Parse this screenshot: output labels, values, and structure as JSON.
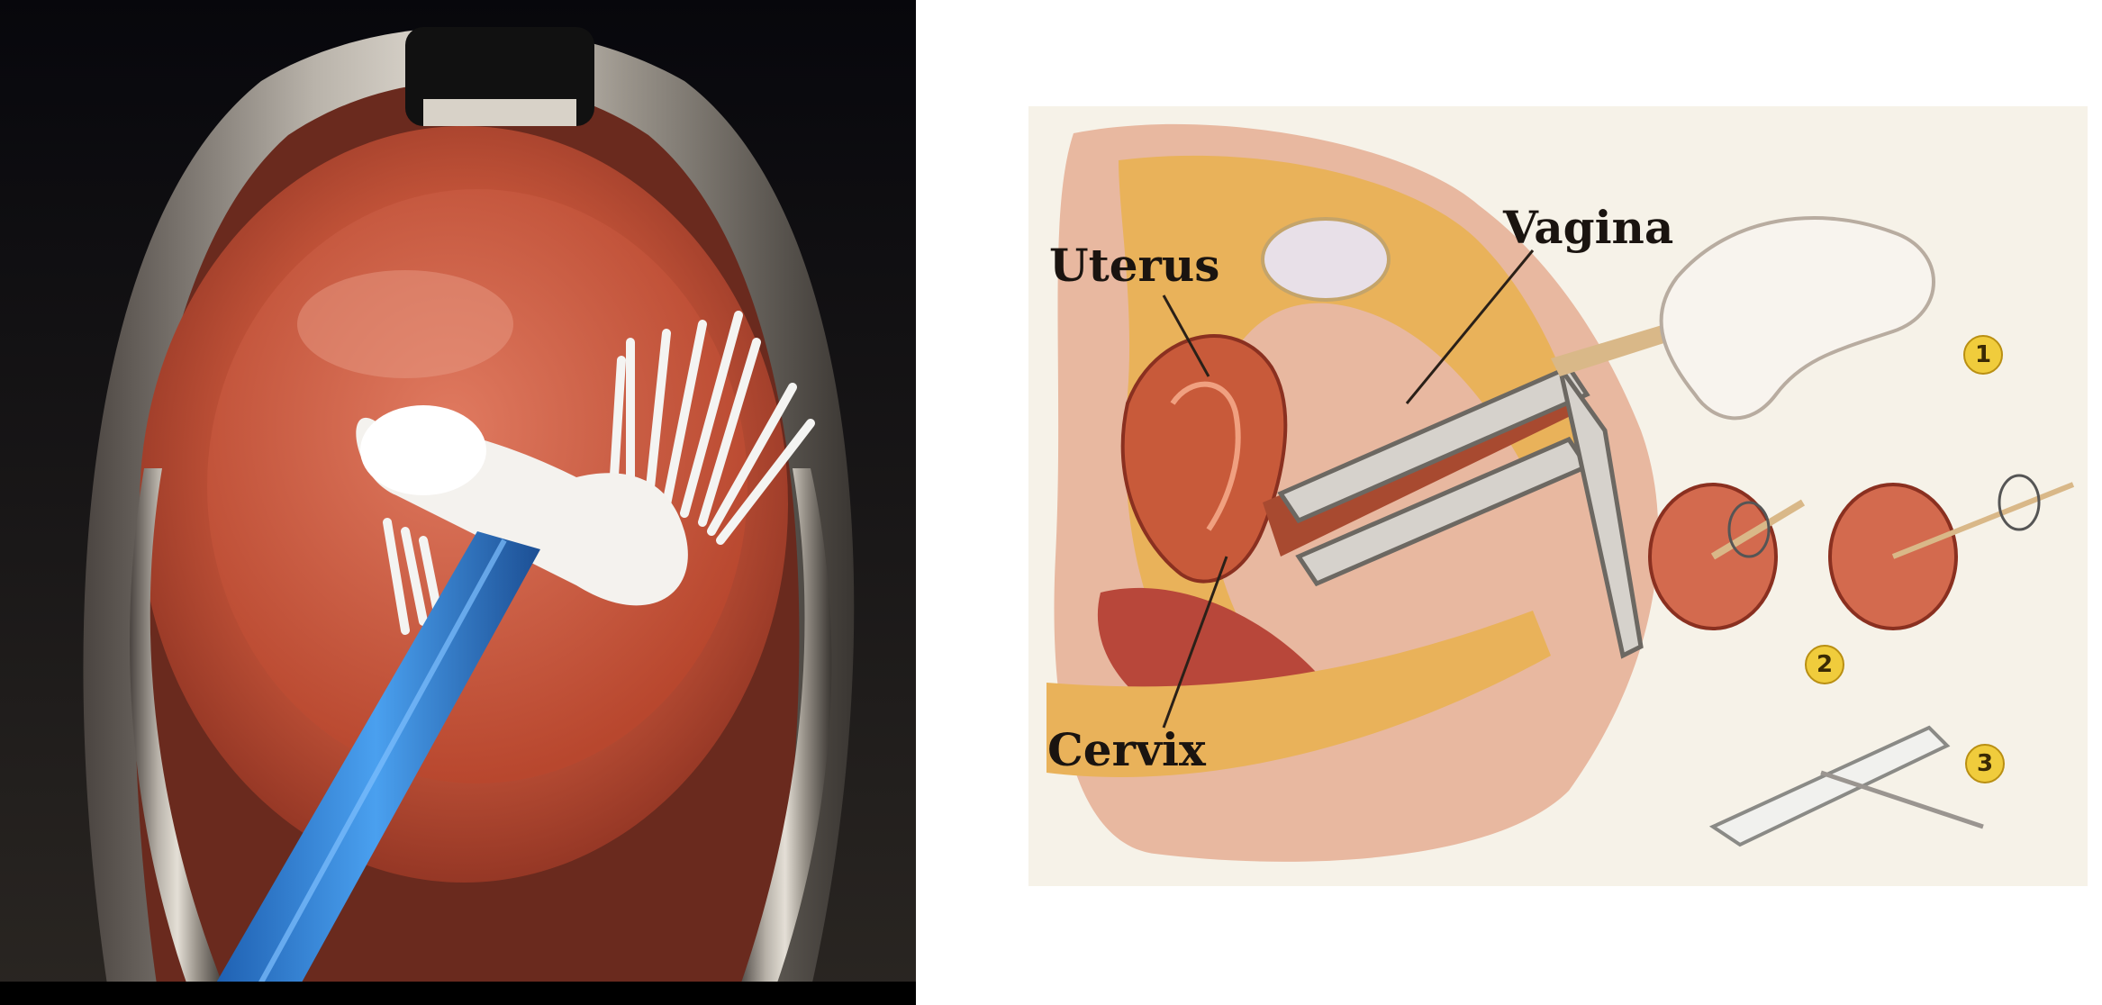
{
  "photo": {
    "alt_hidden": true
  },
  "illustration": {
    "labels": {
      "uterus": "Uterus",
      "vagina": "Vagina",
      "cervix": "Cervix"
    },
    "steps": [
      "1",
      "2",
      "3"
    ]
  },
  "colors": {
    "tissue": "#c8573f",
    "speculum": "#b8b2a8",
    "brush_handle": "#2f7fd6",
    "brush_bristles": "#f4f4f2",
    "step_badge": "#f0cc3c",
    "illus_bg": "#f6f2e8"
  },
  "icons": {
    "step_marker": "numbered-circle-icon"
  }
}
